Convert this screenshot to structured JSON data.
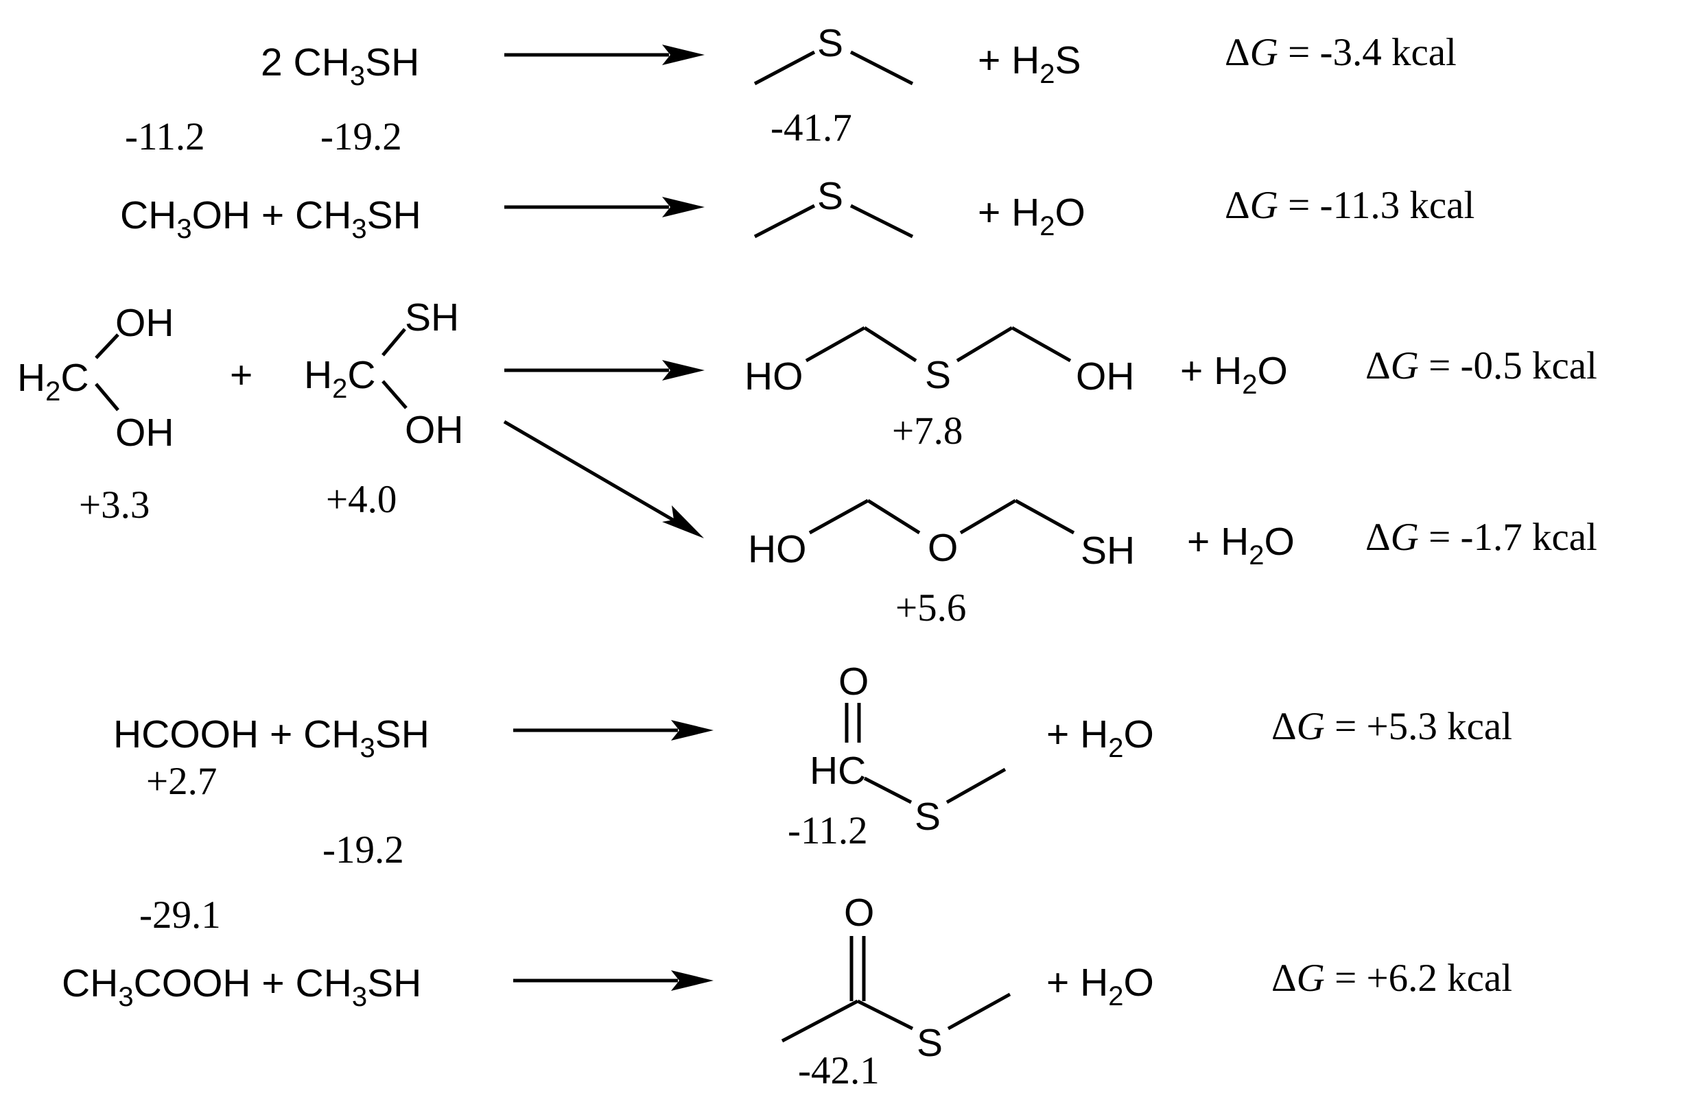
{
  "r1": {
    "reactant_coef": "2 ",
    "reactant_name": "CH",
    "reactant_sub": "3",
    "reactant_tail": "SH",
    "product_S": "S",
    "plus_h2s": "+ H",
    "h2s_sub": "2",
    "h2s_tail": "S",
    "dG_sym": "Δ",
    "dG_var": "G",
    "dG_value": " = -3.4 kcal"
  },
  "e_label1": "-11.2",
  "e_label2": "-19.2",
  "e_label3": "-41.7",
  "r2": {
    "r_a1": "CH",
    "r_a_sub": "3",
    "r_a2": "OH + CH",
    "r_b_sub": "3",
    "r_b2": "SH",
    "product_S": "S",
    "plus_h2o": "+ H",
    "h2o_sub": "2",
    "h2o_tail": "O",
    "dG_sym": "Δ",
    "dG_var": "G",
    "dG_value": " = -11.3 kcal"
  },
  "r3": {
    "m1_OH_top": "OH",
    "m1_H2C_a": "H",
    "m1_H2C_sub": "2",
    "m1_H2C_b": "C",
    "m1_OH_bot": "OH",
    "plus": "+",
    "m2_SH_top": "SH",
    "m2_H2C_a": "H",
    "m2_H2C_sub": "2",
    "m2_H2C_b": "C",
    "m2_OH_bot": "OH",
    "e_m1": "+3.3",
    "e_m2": "+4.0",
    "p1_HO": "HO",
    "p1_S": "S",
    "p1_OH": "OH",
    "p1_plus": "+ H",
    "p1_sub": "2",
    "p1_tail": "O",
    "p1_e": "+7.8",
    "p1_dG_sym": "Δ",
    "p1_dG_var": "G",
    "p1_dG_value": " = -0.5 kcal",
    "p2_HO": "HO",
    "p2_O": "O",
    "p2_SH": "SH",
    "p2_plus": "+ H",
    "p2_sub": "2",
    "p2_tail": "O",
    "p2_e": "+5.6",
    "p2_dG_sym": "Δ",
    "p2_dG_var": "G",
    "p2_dG_value": " = -1.7 kcal"
  },
  "r4": {
    "reactants_a": "HCOOH + CH",
    "reactants_sub": "3",
    "reactants_b": "SH",
    "e_hcooh": "+2.7",
    "e_ch3sh": "-19.2",
    "p_O": "O",
    "p_HC": "HC",
    "p_S": "S",
    "p_e": "-11.2",
    "plus_h2o": "+ H",
    "h2o_sub": "2",
    "h2o_tail": "O",
    "dG_sym": "Δ",
    "dG_var": "G",
    "dG_value": " = +5.3 kcal"
  },
  "r5": {
    "e_acoh": "-29.1",
    "reactants_a": "CH",
    "reactants_sub1": "3",
    "reactants_b": "COOH + CH",
    "reactants_sub2": "3",
    "reactants_c": "SH",
    "p_O": "O",
    "p_S": "S",
    "p_e": "-42.1",
    "plus_h2o": "+ H",
    "h2o_sub": "2",
    "h2o_tail": "O",
    "dG_sym": "Δ",
    "dG_var": "G",
    "dG_value": " = +6.2 kcal"
  }
}
